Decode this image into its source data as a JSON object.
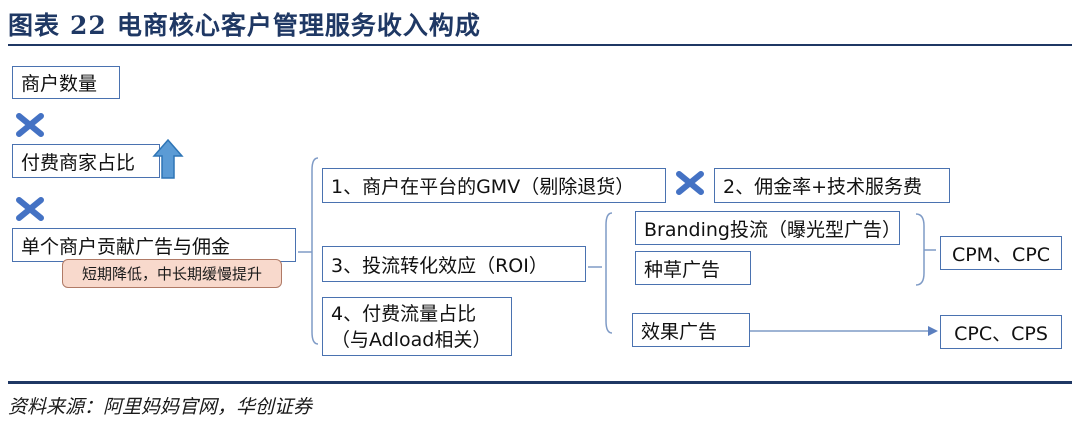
{
  "title": {
    "label": "图表",
    "number": "22",
    "text": "电商核心客户管理服务收入构成"
  },
  "left": {
    "merchant_count": "商户数量",
    "paid_ratio": "付费商家占比",
    "contribution": "单个商户贡献广告与佣金",
    "contribution_note": "短期降低，中长期缓慢提升"
  },
  "middle": {
    "gmv": "1、商户在平台的GMV（剔除退货）",
    "commission": "2、佣金率+技术服务费",
    "roi": "3、投流转化效应（ROI）",
    "paid_traffic_line1": "4、付费流量占比",
    "paid_traffic_line2": "（与Adload相关）"
  },
  "right": {
    "branding": "Branding投流（曝光型广告）",
    "seeding": "种草广告",
    "performance": "效果广告",
    "cpm_cpc": "CPM、CPC",
    "cpc_cps": "CPC、CPS"
  },
  "source": "资料来源：阿里妈妈官网，华创证券",
  "colors": {
    "title": "#1f3864",
    "box_border": "#4a72b0",
    "cross": "#4472c4",
    "arrow": "#5b9bd5",
    "note_bg": "#f8d9cc"
  },
  "icons": [
    "cross-icon",
    "cross-icon",
    "cross-icon",
    "up-arrow-icon"
  ]
}
